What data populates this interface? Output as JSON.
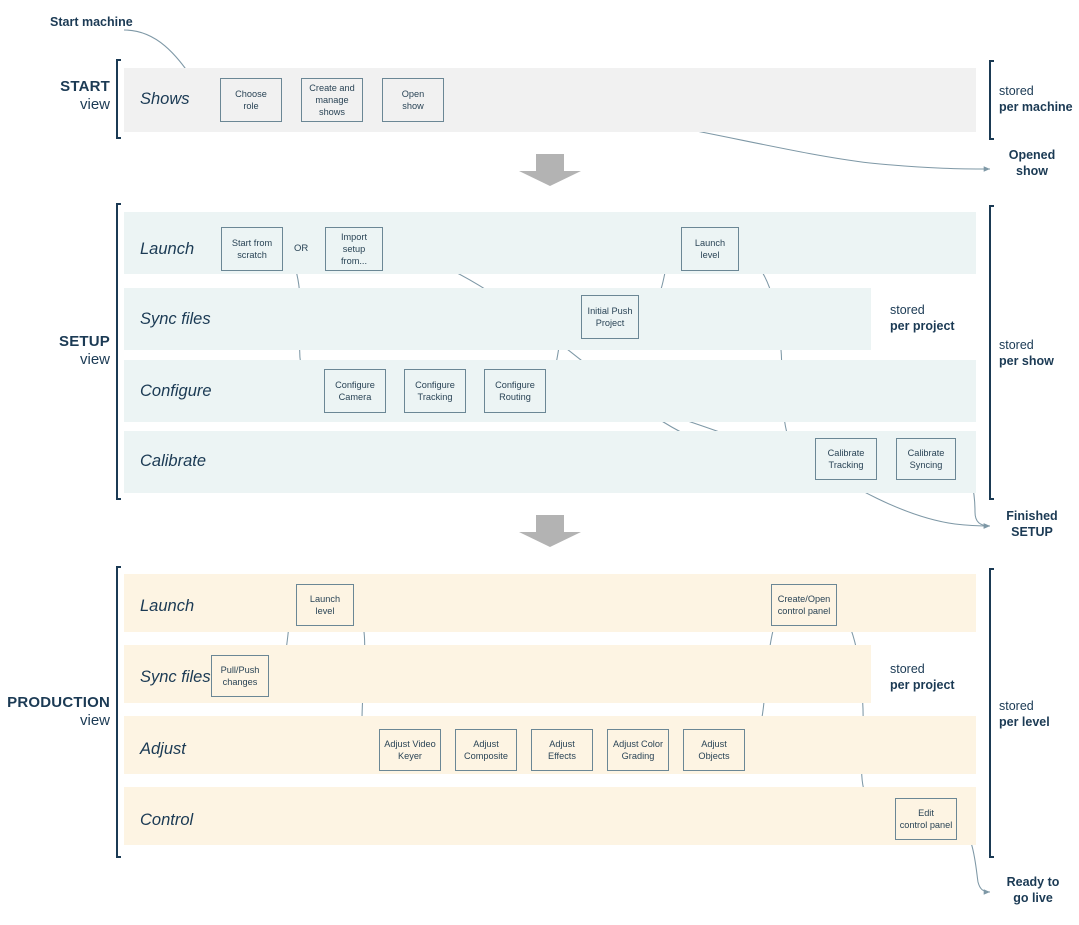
{
  "diagram": {
    "title": "Show production workflow views",
    "colors": {
      "ink": "#1b3a54",
      "node_border": "#6b8795",
      "connector": "#7e98a6",
      "band_start": "#f1f1f1",
      "band_setup": "#ecf4f4",
      "band_production": "#fdf4e3",
      "arrow_gray": "#b3b3b3"
    }
  },
  "entry": {
    "label_line1": "Start",
    "label_line2": "machine"
  },
  "sections": [
    {
      "id": "start",
      "view_label_top": "START",
      "view_label_bottom": "view",
      "lanes": [
        {
          "name": "Shows",
          "nodes": [
            {
              "label_line1": "Choose",
              "label_line2": "role",
              "label_line3": ""
            },
            {
              "label_line1": "Create and",
              "label_line2": "manage",
              "label_line3": "shows"
            },
            {
              "label_line1": "Open",
              "label_line2": "show",
              "label_line3": ""
            }
          ]
        }
      ],
      "scope_note": {
        "line1": "stored",
        "line2": "per machine"
      },
      "outcome": {
        "line1": "Opened",
        "line2": "show"
      }
    },
    {
      "id": "setup",
      "view_label_top": "SETUP",
      "view_label_bottom": "view",
      "lanes": [
        {
          "name": "Launch",
          "nodes": [
            {
              "label_line1": "Start from",
              "label_line2": "scratch",
              "label_line3": ""
            },
            {
              "label_line1": "Import setup",
              "label_line2": "from...",
              "label_line3": ""
            },
            {
              "label_line1": "Launch",
              "label_line2": "level",
              "label_line3": ""
            }
          ]
        },
        {
          "name": "Sync files",
          "nodes": [
            {
              "label_line1": "Initial Push",
              "label_line2": "Project",
              "label_line3": ""
            }
          ]
        },
        {
          "name": "Configure",
          "nodes": [
            {
              "label_line1": "Configure",
              "label_line2": "Camera",
              "label_line3": ""
            },
            {
              "label_line1": "Configure",
              "label_line2": "Tracking",
              "label_line3": ""
            },
            {
              "label_line1": "Configure",
              "label_line2": "Routing",
              "label_line3": ""
            }
          ]
        },
        {
          "name": "Calibrate",
          "nodes": [
            {
              "label_line1": "Calibrate",
              "label_line2": "Tracking",
              "label_line3": ""
            },
            {
              "label_line1": "Calibrate",
              "label_line2": "Syncing",
              "label_line3": ""
            }
          ]
        }
      ],
      "or_label": "OR",
      "scope_note_inner": {
        "line1": "stored",
        "line2": "per project"
      },
      "scope_note": {
        "line1": "stored",
        "line2": "per show"
      },
      "outcome": {
        "line1": "Finished",
        "line2": "SETUP"
      }
    },
    {
      "id": "production",
      "view_label_top": "PRODUCTION",
      "view_label_bottom": "view",
      "lanes": [
        {
          "name": "Launch",
          "nodes": [
            {
              "label_line1": "Launch",
              "label_line2": "level",
              "label_line3": ""
            },
            {
              "label_line1": "Create/Open",
              "label_line2": "control panel",
              "label_line3": ""
            }
          ]
        },
        {
          "name": "Sync files",
          "nodes": [
            {
              "label_line1": "Pull/Push",
              "label_line2": "changes",
              "label_line3": ""
            }
          ]
        },
        {
          "name": "Adjust",
          "nodes": [
            {
              "label_line1": "Adjust Video",
              "label_line2": "Keyer",
              "label_line3": ""
            },
            {
              "label_line1": "Adjust",
              "label_line2": "Composite",
              "label_line3": ""
            },
            {
              "label_line1": "Adjust",
              "label_line2": "Effects",
              "label_line3": ""
            },
            {
              "label_line1": "Adjust Color",
              "label_line2": "Grading",
              "label_line3": ""
            },
            {
              "label_line1": "Adjust",
              "label_line2": "Objects",
              "label_line3": ""
            }
          ]
        },
        {
          "name": "Control",
          "nodes": [
            {
              "label_line1": "Edit",
              "label_line2": "control panel",
              "label_line3": ""
            }
          ]
        }
      ],
      "scope_note_inner": {
        "line1": "stored",
        "line2": "per project"
      },
      "scope_note": {
        "line1": "stored",
        "line2": "per level"
      },
      "outcome": {
        "line1": "Ready to",
        "line2": "go live"
      }
    }
  ],
  "flow_arrows": [
    {
      "name": "start-to-setup-arrow"
    },
    {
      "name": "setup-to-production-arrow"
    }
  ]
}
